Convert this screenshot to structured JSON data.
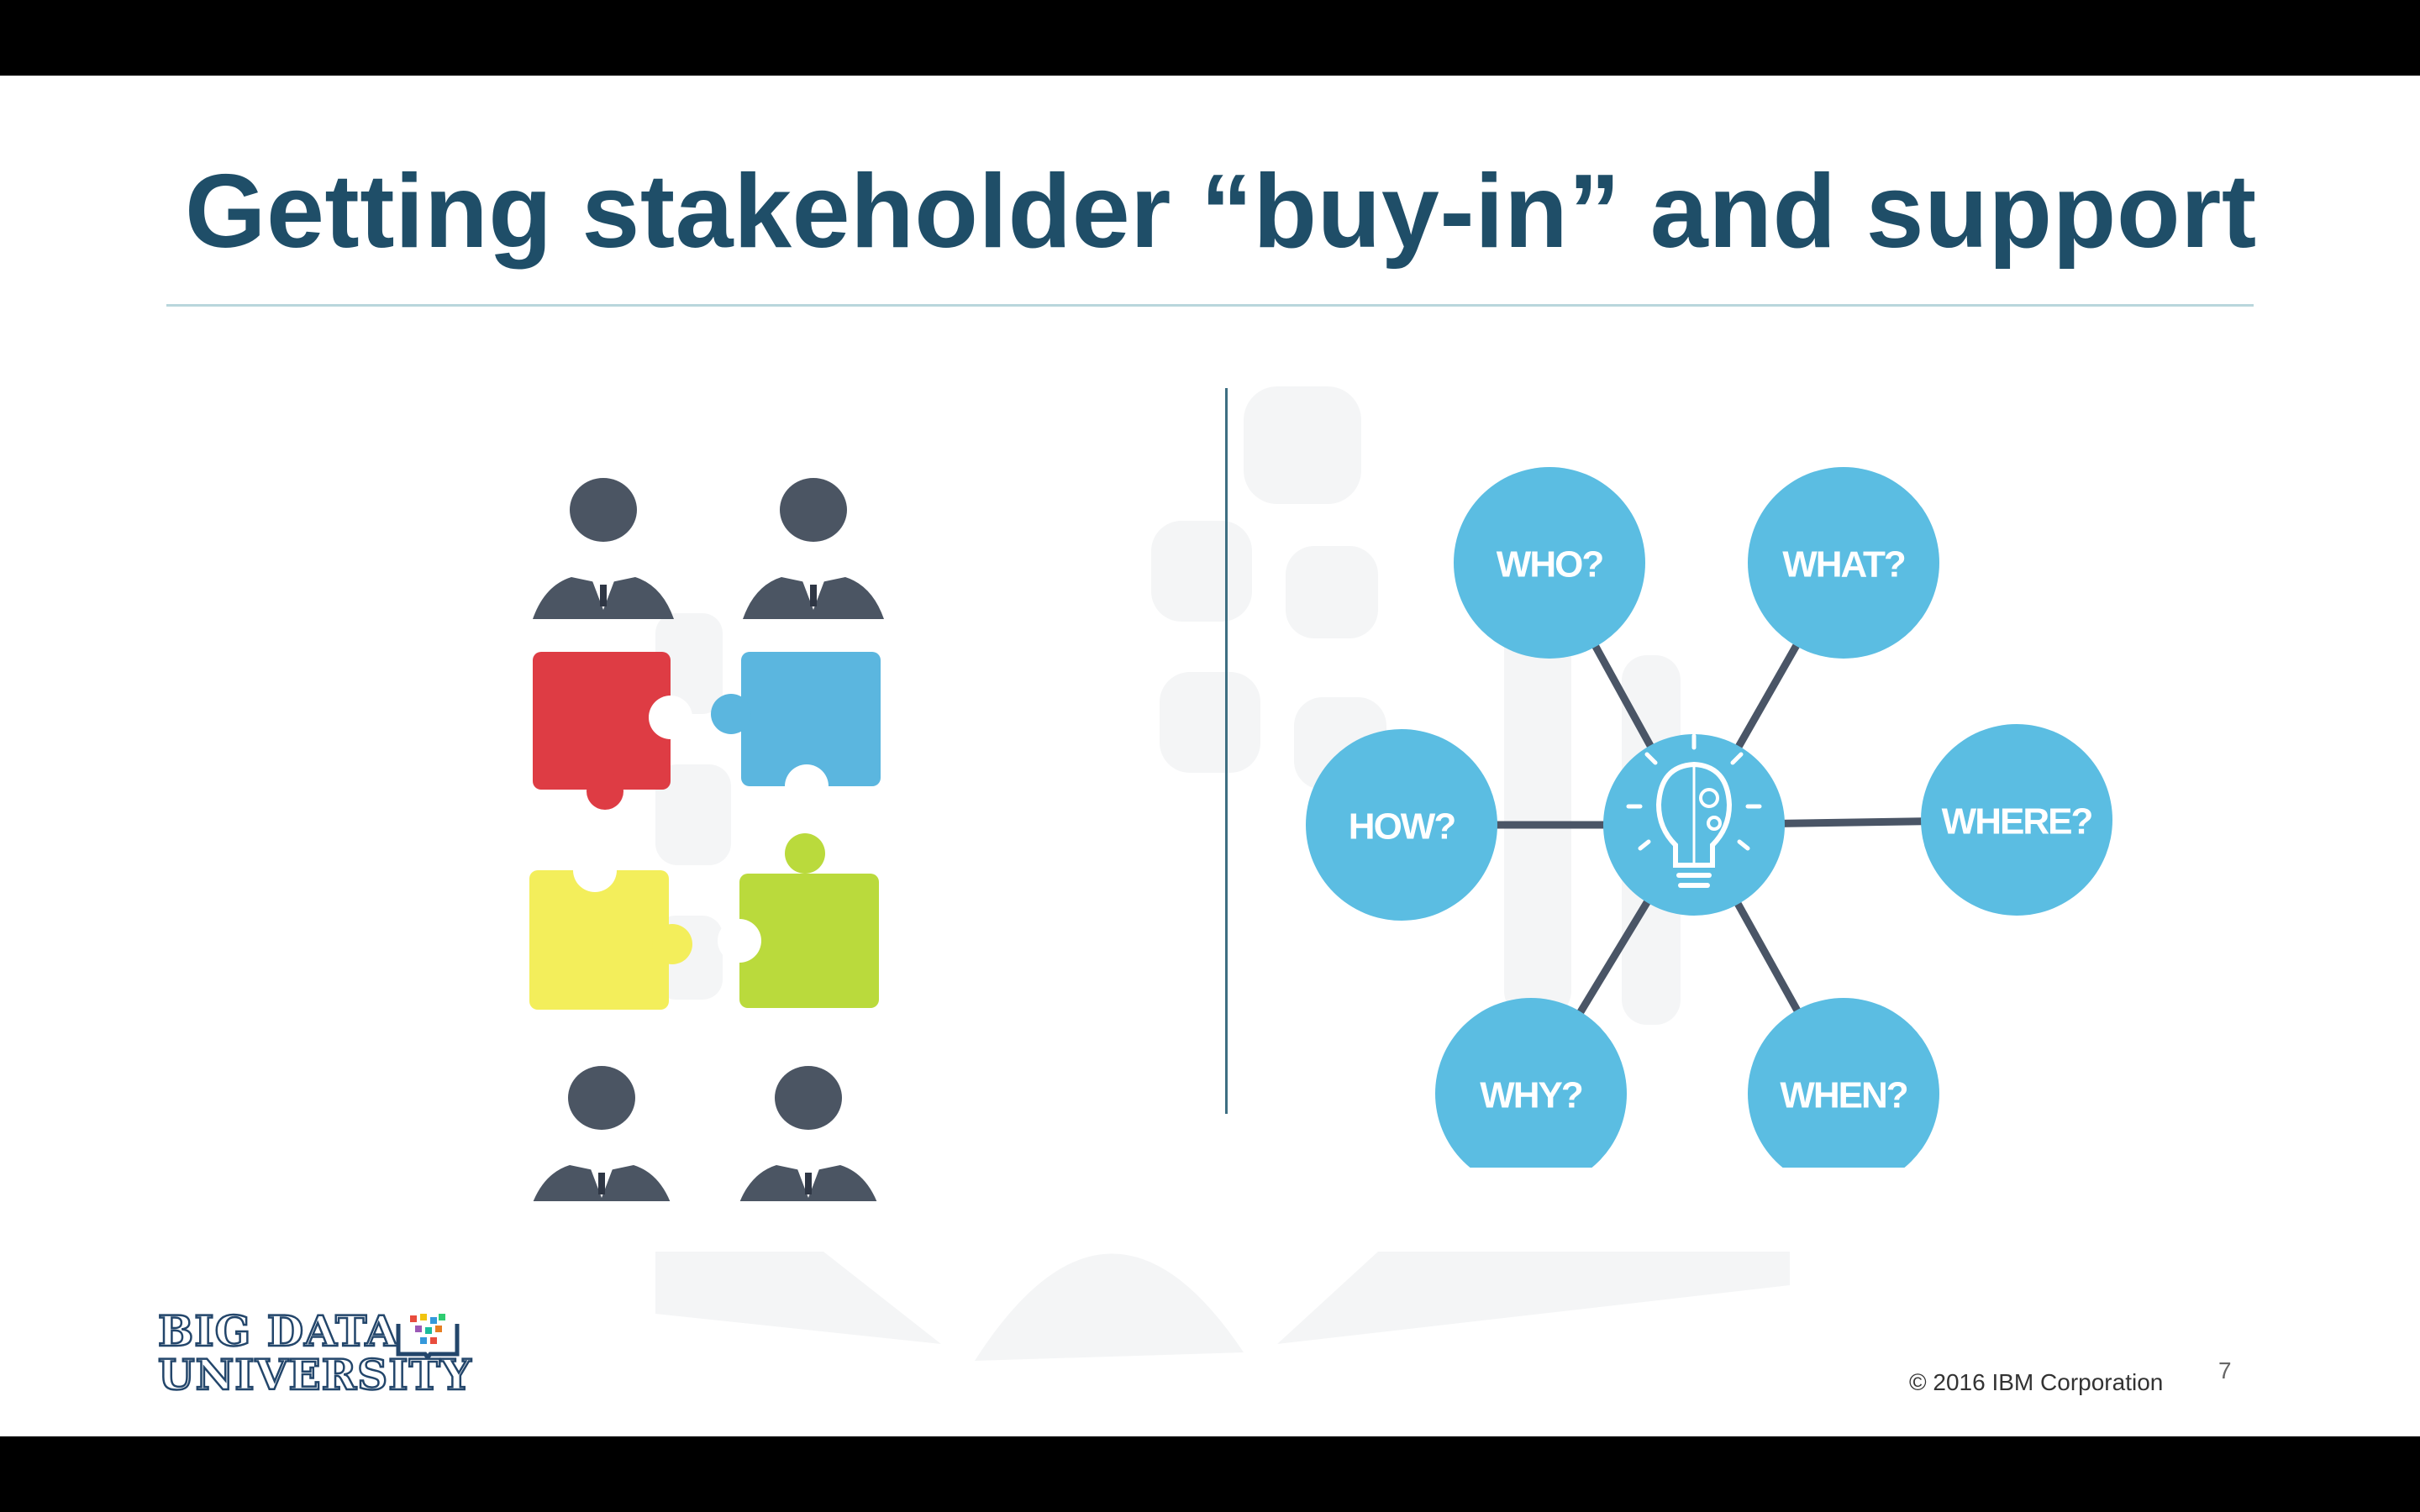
{
  "slide": {
    "title": "Getting stakeholder “buy-in” and support",
    "page_number": "7",
    "copyright": "© 2016 IBM Corporation"
  },
  "logo": {
    "line1": "BIG DATA",
    "line2": "UNIVERSITY",
    "icon": "open-book-icon"
  },
  "left_graphic": {
    "icons": [
      "business-person-icon",
      "business-person-icon",
      "puzzle-piece-icon",
      "puzzle-piece-icon",
      "puzzle-piece-icon",
      "puzzle-piece-icon",
      "business-person-icon",
      "business-person-icon"
    ],
    "puzzle_colors": [
      "#de3c44",
      "#5bb6df",
      "#f3ee5b",
      "#bada3c"
    ],
    "person_color": "#4b5563"
  },
  "diagram": {
    "center_icon": "lightbulb-gear-icon",
    "bubble_color": "#5bbde2",
    "connector_color": "#4a5566",
    "bubbles": [
      {
        "label": "WHO?"
      },
      {
        "label": "WHAT?"
      },
      {
        "label": "HOW?"
      },
      {
        "label": "WHERE?"
      },
      {
        "label": "WHY?"
      },
      {
        "label": "WHEN?"
      }
    ]
  },
  "colors": {
    "title": "#1f4e68",
    "divider": "#3e6f82",
    "rule": "#b9d6dc",
    "background": "#ffffff",
    "letterbox": "#000000"
  }
}
